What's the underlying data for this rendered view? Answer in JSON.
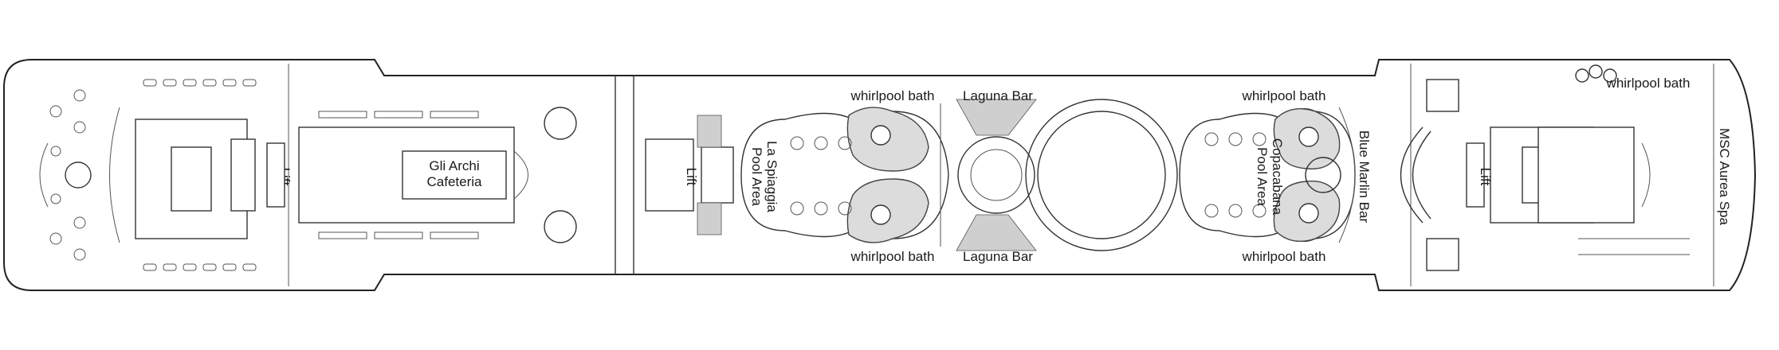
{
  "map": {
    "title": "",
    "labels": {
      "lift_aft": "Lift",
      "cafeteria_line1": "Gli Archi",
      "cafeteria_line2": "Cafeteria",
      "lift_mid": "Lift",
      "la_spiaggia_line1": "La Spiaggia",
      "la_spiaggia_line2": "Pool Area",
      "whirlpool_top_left": "whirlpool bath",
      "whirlpool_bottom_left": "whirlpool bath",
      "laguna_bar_top": "Laguna Bar",
      "laguna_bar_bottom": "Laguna Bar",
      "whirlpool_top_right": "whirlpool bath",
      "whirlpool_bottom_right": "whirlpool bath",
      "copacabana_line1": "Copacabana",
      "copacabana_line2": "Pool Area",
      "blue_marlin": "Blue Marlin Bar",
      "lift_fwd": "Lift",
      "whirlpool_spa": "whirlpool bath",
      "spa": "MSC Aurea Spa"
    }
  }
}
